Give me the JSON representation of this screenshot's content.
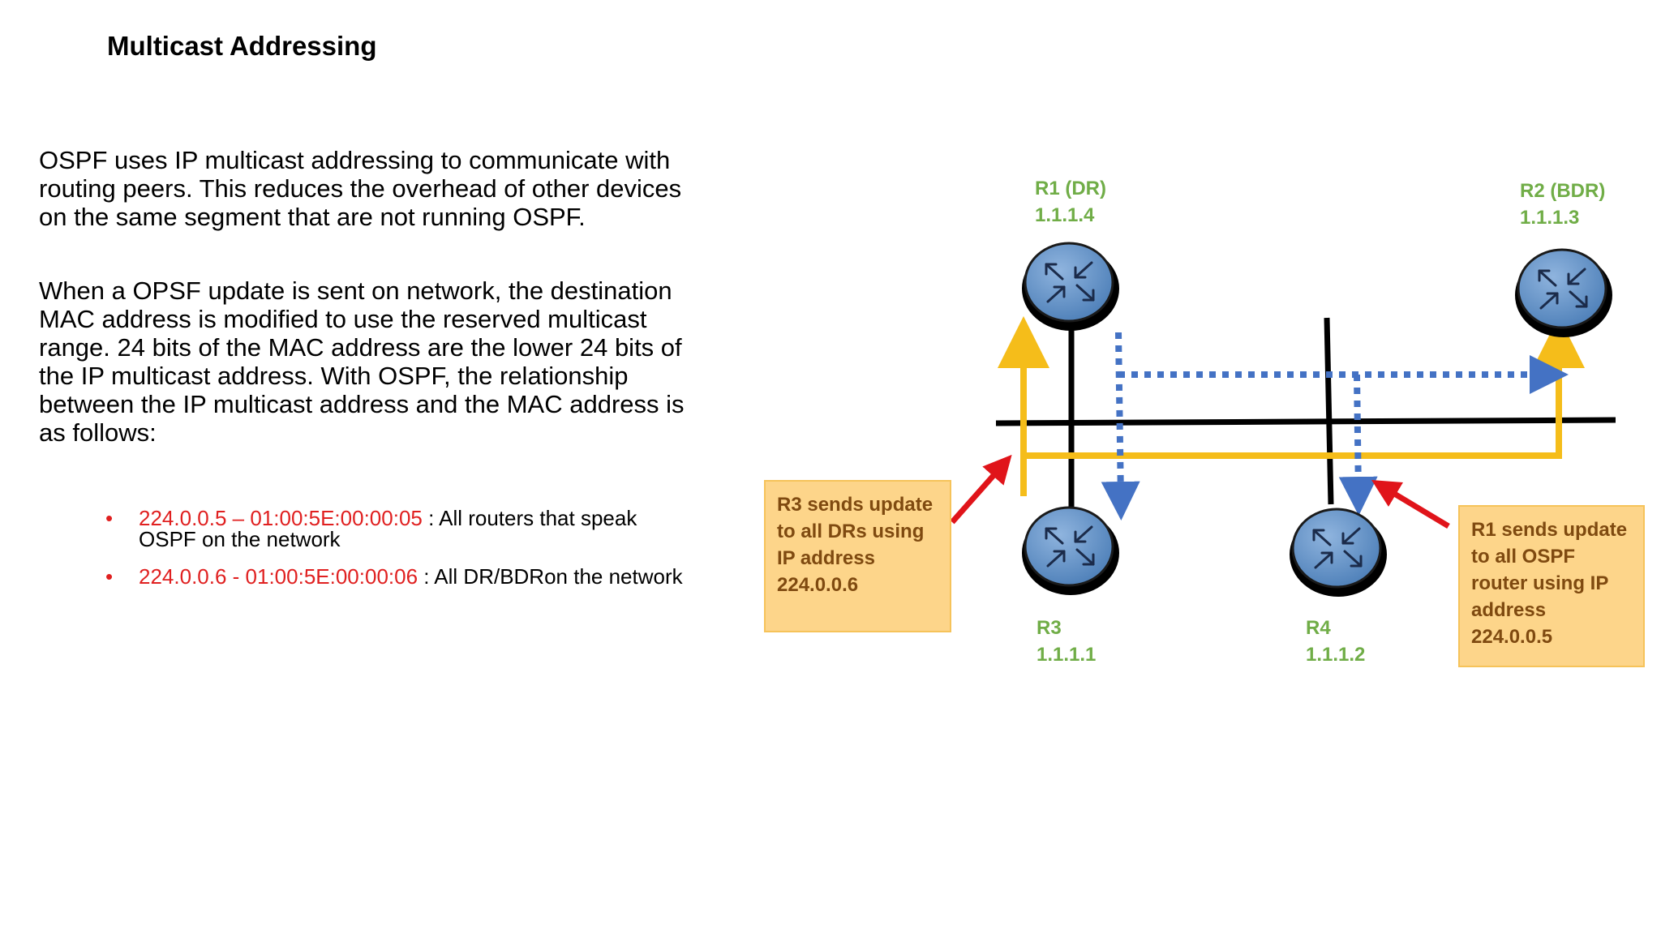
{
  "title": "Multicast Addressing",
  "paragraphs": [
    "OSPF uses IP multicast addressing to communicate with routing peers. This reduces the overhead of other devices on the same segment that are not running OSPF.",
    "When a OPSF update is sent on network, the destination MAC address is modified to use the reserved multicast range. 24 bits of the MAC address are the lower 24 bits of the IP multicast address. With OSPF, the relationship between the IP multicast address and the MAC address is as follows:"
  ],
  "bullets": [
    {
      "mapping": "224.0.0.5 – 01:00:5E:00:00:05",
      "description": " : All routers that speak OSPF on the network"
    },
    {
      "mapping": "224.0.0.6 - 01:00:5E:00:00:06",
      "description": " : All DR/BDRon the network"
    }
  ],
  "diagram": {
    "routers": {
      "r1": {
        "name": "R1 (DR)",
        "ip": "1.1.1.4"
      },
      "r2": {
        "name": "R2 (BDR)",
        "ip": "1.1.1.3"
      },
      "r3": {
        "name": "R3",
        "ip": "1.1.1.1"
      },
      "r4": {
        "name": "R4",
        "ip": "1.1.1.2"
      }
    },
    "callouts": {
      "r3_update": "R3 sends update to all DRs using IP address 224.0.0.6",
      "r1_update": "R1 sends update to all OSPF router using IP address 224.0.0.5"
    },
    "colors": {
      "router_label": "#70ad47",
      "bullet_red": "#e02020",
      "path_yellow": "#f5bd1a",
      "path_blue": "#4472c4",
      "pointer_red": "#e0141a",
      "callout_fill": "#fdd58a"
    },
    "icons": [
      "router-icon"
    ]
  }
}
